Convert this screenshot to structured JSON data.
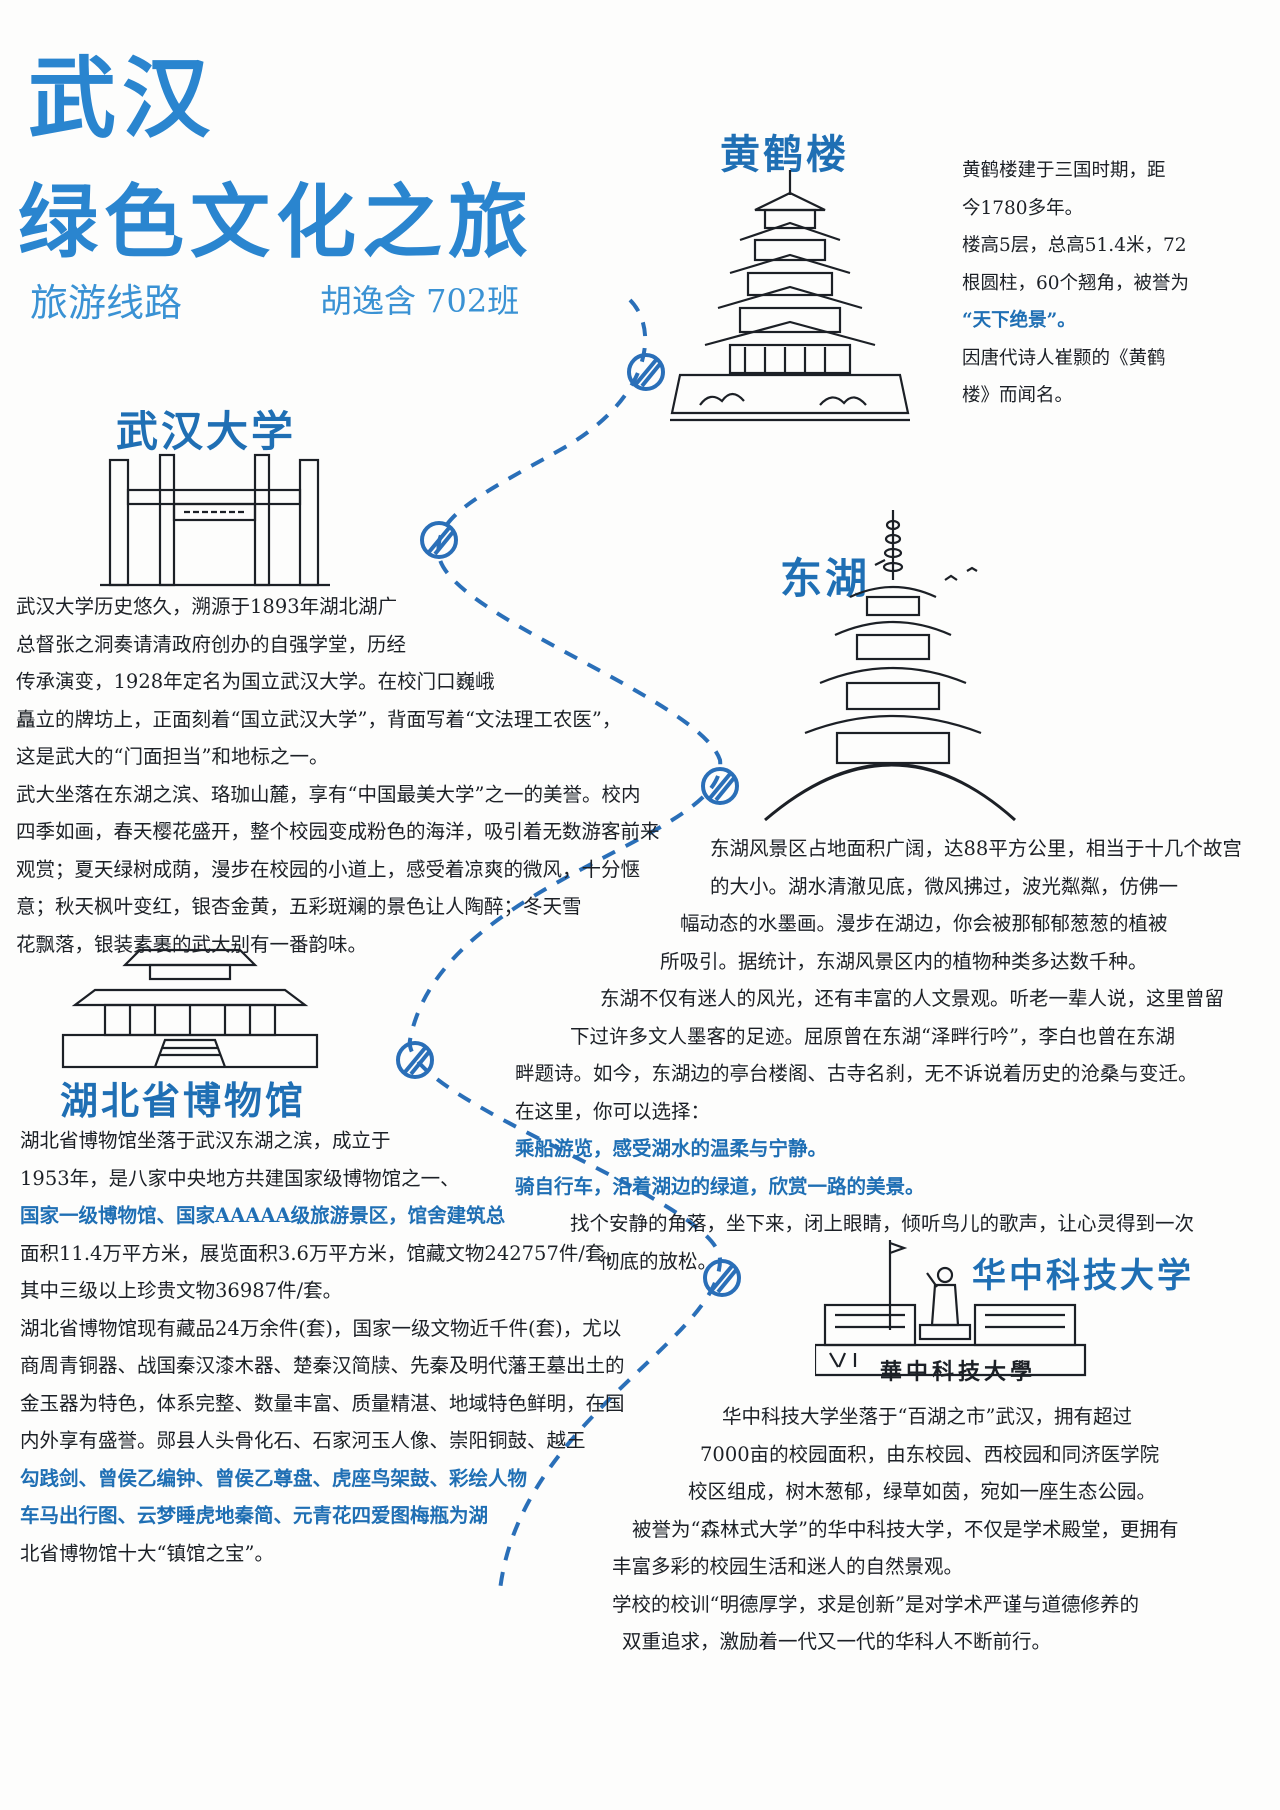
{
  "header": {
    "title_line1": "武汉",
    "title_line2": "绿色文化之旅",
    "subtitle": "旅游线路",
    "author": "胡逸含 702班"
  },
  "colors": {
    "accent": "#2a85cf",
    "heading": "#1f6fb4",
    "ink": "#1c2026"
  },
  "sections": {
    "hhl": {
      "name": "黄鹤楼",
      "lines": [
        "黄鹤楼建于三国时期，距",
        "今1780多年。",
        "楼高5层，总高51.4米，72",
        "根圆柱，60个翘角，被誉为",
        "“天下绝景”。",
        "因唐代诗人崔颢的《黄鹤",
        "楼》而闻名。"
      ]
    },
    "whu": {
      "name": "武汉大学",
      "lines": [
        "武汉大学历史悠久，溯源于1893年湖北湖广",
        "总督张之洞奏请清政府创办的自强学堂，历经",
        "传承演变，1928年定名为国立武汉大学。在校门口巍峨",
        "矗立的牌坊上，正面刻着“国立武汉大学”，背面写着“文法理工农医”，",
        "这是武大的“门面担当”和地标之一。",
        "武大坐落在东湖之滨、珞珈山麓，享有“中国最美大学”之一的美誉。校内",
        "四季如画，春天樱花盛开，整个校园变成粉色的海洋，吸引着无数游客前来",
        "观赏；夏天绿树成荫，漫步在校园的小道上，感受着凉爽的微风，十分惬",
        "意；秋天枫叶变红，银杏金黄，五彩斑斓的景色让人陶醉；冬天雪",
        "花飘落，银装素裹的武大别有一番韵味。"
      ]
    },
    "dh": {
      "name": "东湖",
      "lines": [
        "东湖风景区占地面积广阔，达88平方公里，相当于十几个故宫",
        "的大小。湖水清澈见底，微风拂过，波光粼粼，仿佛一",
        "幅动态的水墨画。漫步在湖边，你会被那郁郁葱葱的植被",
        "所吸引。据统计，东湖风景区内的植物种类多达数千种。",
        "东湖不仅有迷人的风光，还有丰富的人文景观。听老一辈人说，这里曾留",
        "下过许多文人墨客的足迹。屈原曾在东湖“泽畔行吟”，李白也曾在东湖",
        "畔题诗。如今，东湖边的亭台楼阁、古寺名刹，无不诉说着历史的沧桑与变迁。",
        "在这里，你可以选择：",
        "乘船游览，感受湖水的温柔与宁静。",
        "骑自行车，沿着湖边的绿道，欣赏一路的美景。",
        "找个安静的角落，坐下来，闭上眼睛，倾听鸟儿的歌声，让心灵得到一次",
        "彻底的放松。"
      ]
    },
    "hbm": {
      "name": "湖北省博物馆",
      "lines": [
        "湖北省博物馆坐落于武汉东湖之滨，成立于",
        "1953年，是八家中央地方共建国家级博物馆之一、",
        "国家一级博物馆、国家AAAAA级旅游景区，馆舍建筑总",
        "面积11.4万平方米，展览面积3.6万平方米，馆藏文物242757件/套，",
        "其中三级以上珍贵文物36987件/套。",
        "湖北省博物馆现有藏品24万余件(套)，国家一级文物近千件(套)，尤以",
        "商周青铜器、战国秦汉漆木器、楚秦汉简牍、先秦及明代藩王墓出土的",
        "金玉器为特色，体系完整、数量丰富、质量精湛、地域特色鲜明，在国",
        "内外享有盛誉。郧县人头骨化石、石家河玉人像、崇阳铜鼓、越王",
        "勾践剑、曾侯乙编钟、曾侯乙尊盘、虎座鸟架鼓、彩绘人物",
        "车马出行图、云梦睡虎地秦简、元青花四爱图梅瓶为湖",
        "北省博物馆十大“镇馆之宝”。"
      ]
    },
    "hust": {
      "name": "华中科技大学",
      "gate_sign": "華中科技大學",
      "lines": [
        "华中科技大学坐落于“百湖之市”武汉，拥有超过",
        "7000亩的校园面积，由东校园、西校园和同济医学院",
        "校区组成，树木葱郁，绿草如茵，宛如一座生态公园。",
        "被誉为“森林式大学”的华中科技大学，不仅是学术殿堂，更拥有",
        "丰富多彩的校园生活和迷人的自然景观。",
        "学校的校训“明德厚学，求是创新”是对学术严谨与道德修养的",
        "双重追求，激励着一代又一代的华科人不断前行。"
      ]
    }
  }
}
